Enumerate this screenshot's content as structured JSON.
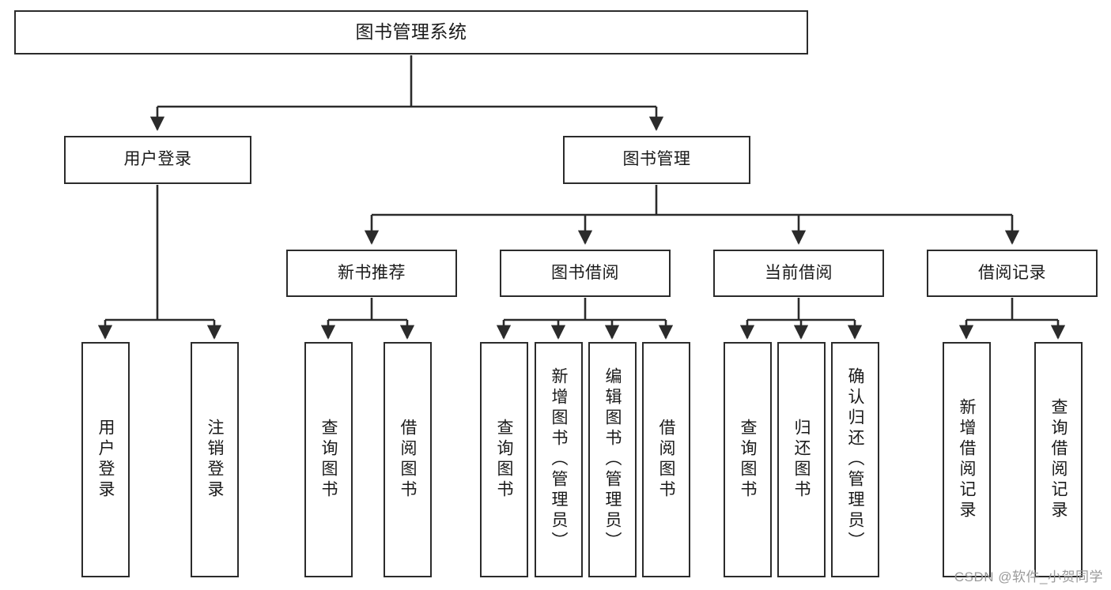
{
  "diagram": {
    "title": "图书管理系统",
    "type": "hierarchy-tree",
    "watermark": "CSDN @软件_小贺同学",
    "colors": {
      "background": "#ffffff",
      "box_border": "#2b2b2b",
      "box_fill": "#ffffff",
      "text": "#1a1a1a",
      "connector": "#2b2b2b",
      "watermark": "#9a9a9a"
    }
  },
  "nodes": {
    "root": {
      "label": "图书管理系统"
    },
    "level2": [
      {
        "label": "用户登录"
      },
      {
        "label": "图书管理"
      }
    ],
    "level3": [
      {
        "label": "新书推荐"
      },
      {
        "label": "图书借阅"
      },
      {
        "label": "当前借阅"
      },
      {
        "label": "借阅记录"
      }
    ],
    "leaves": {
      "user_login": [
        {
          "label": "用户登录"
        },
        {
          "label": "注销登录"
        }
      ],
      "new_book_recommend": [
        {
          "label": "查询图书"
        },
        {
          "label": "借阅图书"
        }
      ],
      "book_borrow": [
        {
          "label": "查询图书"
        },
        {
          "label": "新增图书（管理员）"
        },
        {
          "label": "编辑图书（管理员）"
        },
        {
          "label": "借阅图书"
        }
      ],
      "current_borrow": [
        {
          "label": "查询图书"
        },
        {
          "label": "归还图书"
        },
        {
          "label": "确认归还（管理员）"
        }
      ],
      "borrow_record": [
        {
          "label": "新增借阅记录"
        },
        {
          "label": "查询借阅记录"
        }
      ]
    }
  }
}
